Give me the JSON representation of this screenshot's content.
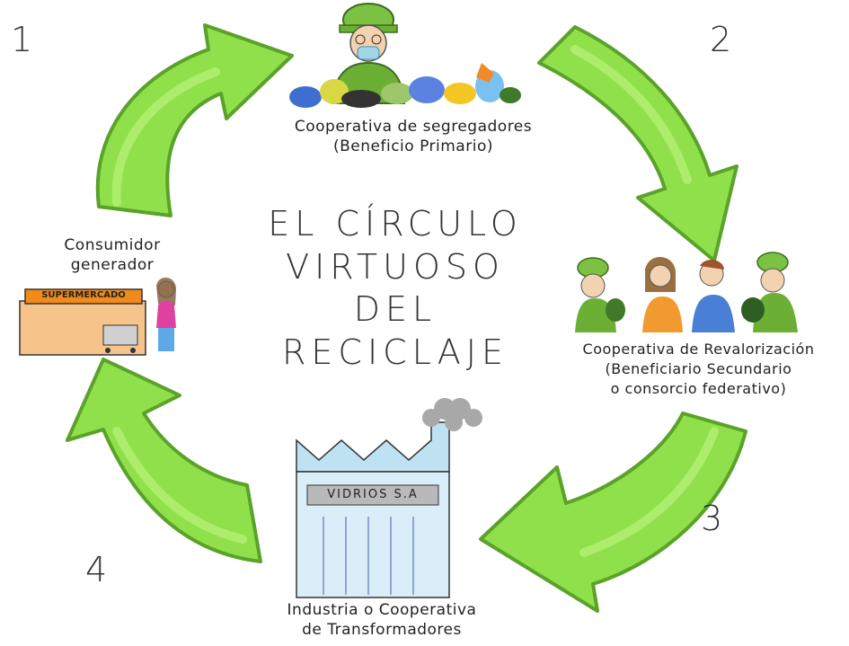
{
  "numbers": [
    "1",
    "2",
    "3",
    "4"
  ],
  "title": [
    "EL CÍRCULO",
    "VIRTUOSO",
    "DEL RECICLAJE"
  ],
  "stages": {
    "segregadores": [
      "Cooperativa de segregadores",
      "(Beneficio Primario)"
    ],
    "revalorizacion": [
      "Cooperativa de Revalorización",
      "(Beneficiario Secundario",
      "o consorcio federativo)"
    ],
    "industria": [
      "Industria o Cooperativa",
      "de Transformadores"
    ],
    "consumidor": [
      "Consumidor",
      "generador"
    ]
  },
  "signs": {
    "supermarket": "SUPERMERCADO",
    "factory": "VIDRIOS S.A"
  },
  "colors": {
    "arrow": "#8fe04a",
    "arrow_dark": "#5aa22a",
    "arrow_light": "#b8f27a"
  }
}
